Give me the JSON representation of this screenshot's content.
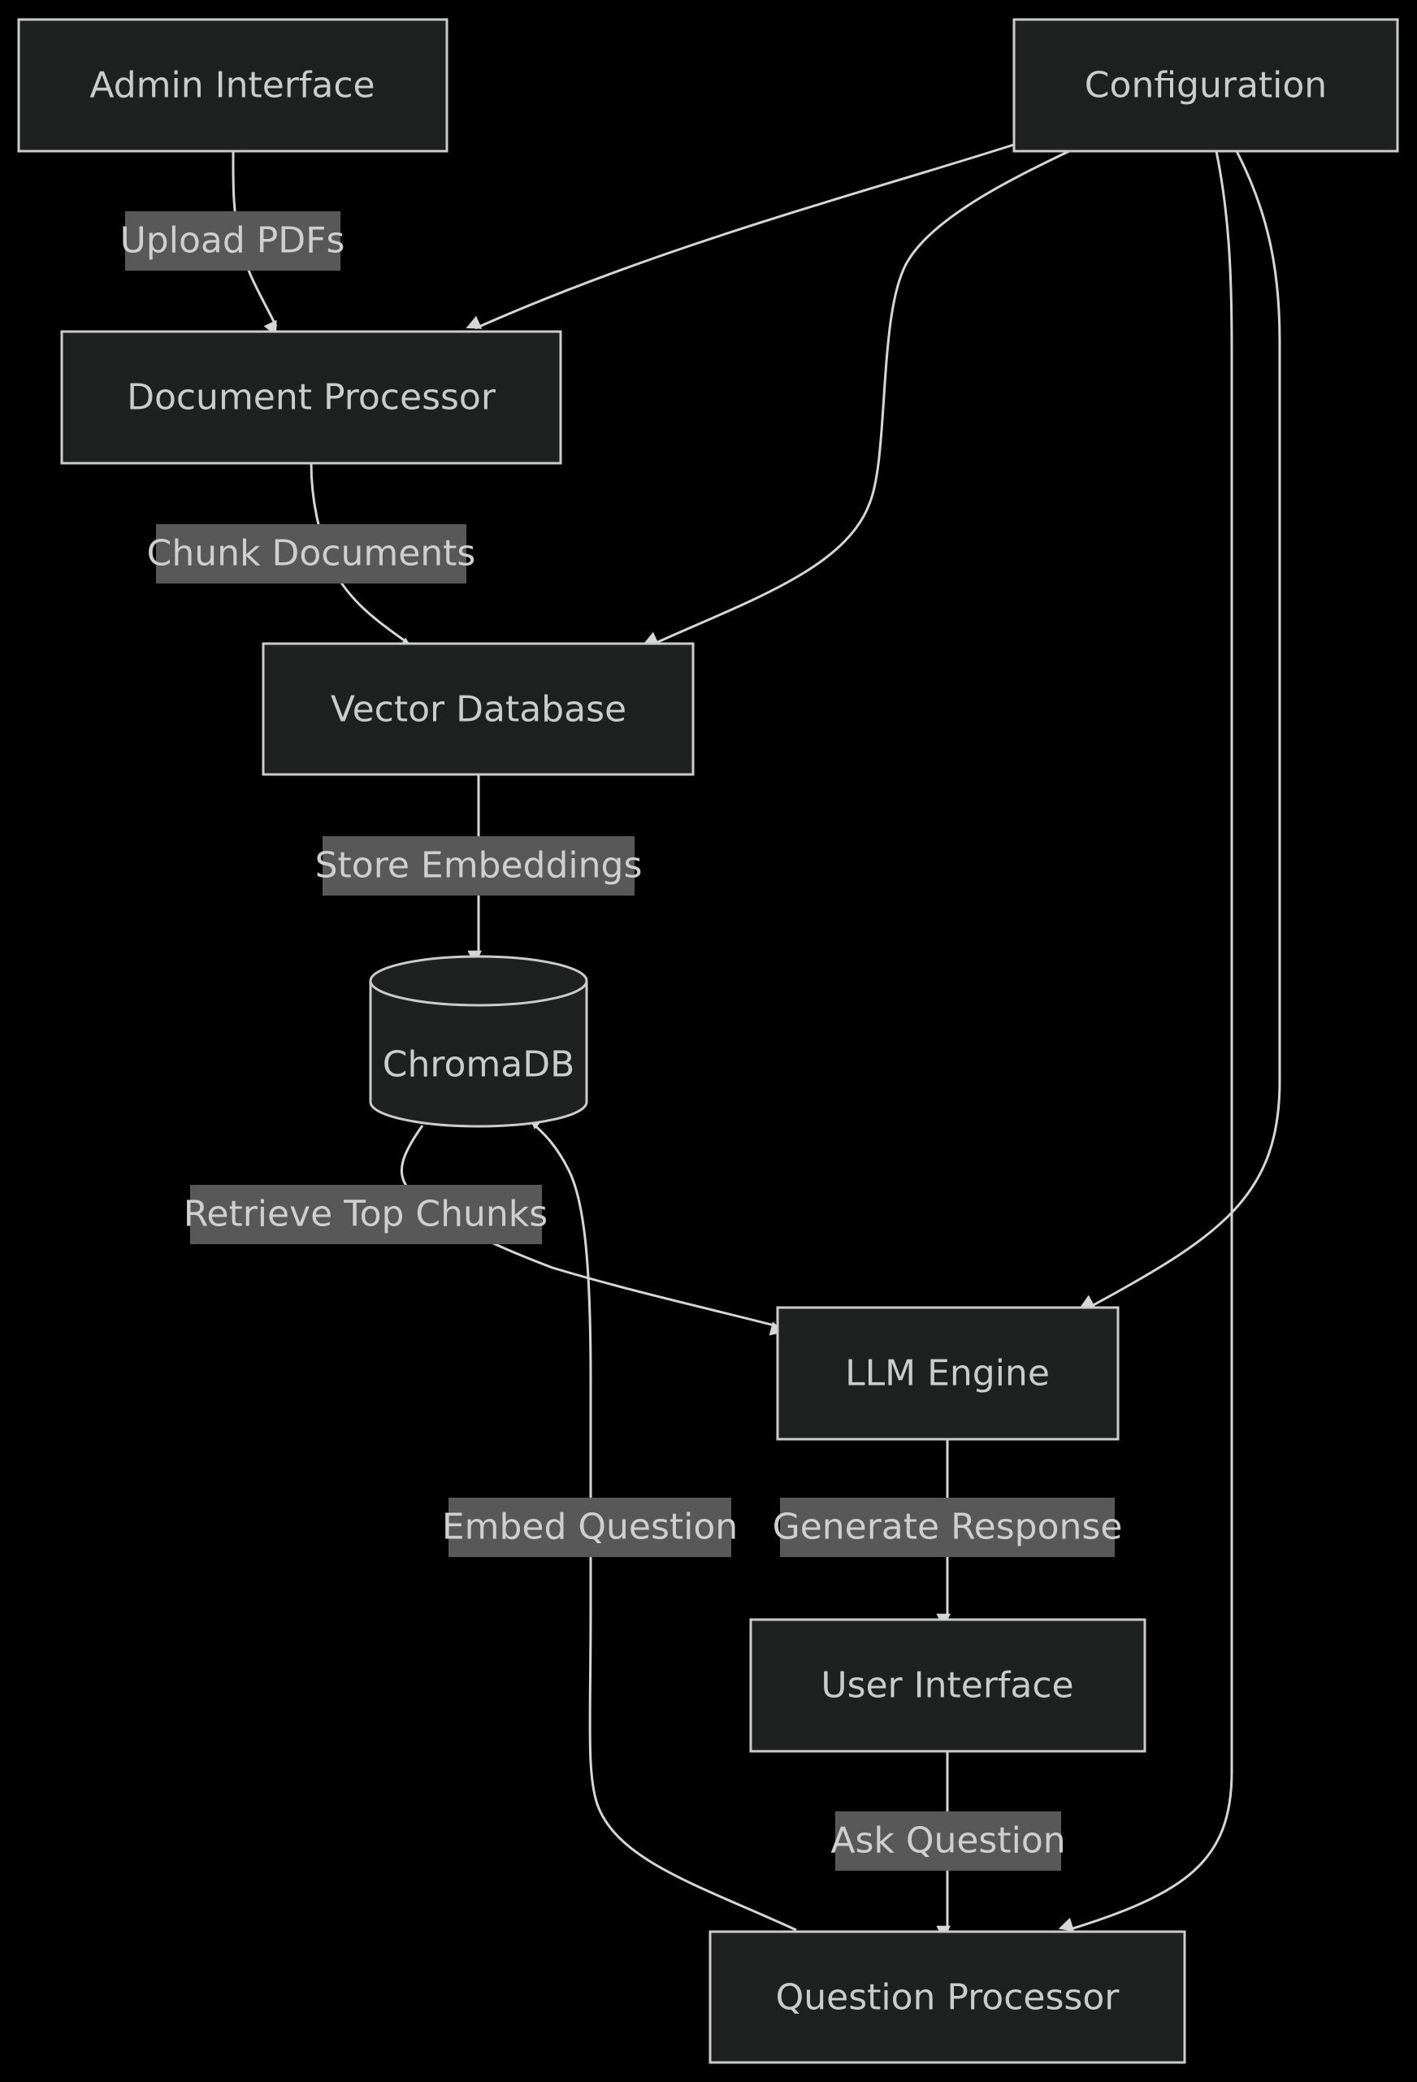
{
  "colors": {
    "background": "#000000",
    "node_fill": "#1f2020",
    "node_stroke": "#cccccc",
    "text": "#cccccc",
    "edge": "#d6d6d6",
    "label_bg": "#585858"
  },
  "nodes": {
    "admin": "Admin Interface",
    "config": "Configuration",
    "docproc": "Document Processor",
    "vectordb": "Vector Database",
    "chroma": "ChromaDB",
    "llm": "LLM Engine",
    "ui": "User Interface",
    "qproc": "Question Processor"
  },
  "edges": {
    "upload": "Upload PDFs",
    "chunk": "Chunk Documents",
    "store": "Store Embeddings",
    "retrieve": "Retrieve Top Chunks",
    "embed": "Embed Question",
    "generate": "Generate Response",
    "ask": "Ask Question"
  }
}
